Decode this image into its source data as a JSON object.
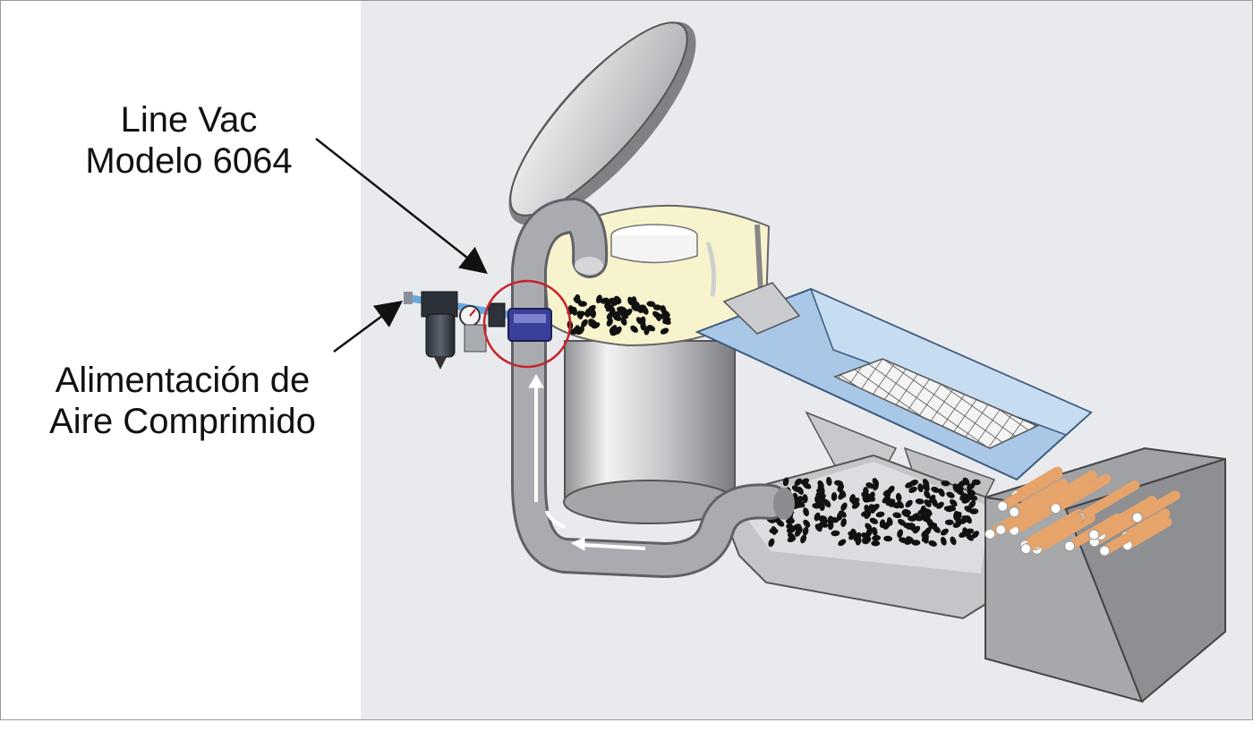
{
  "labels": {
    "line_vac": {
      "line1": "Line Vac",
      "line2": "Modelo 6064"
    },
    "air_supply": {
      "line1": "Alimentación de",
      "line2": "Aire Comprimido"
    }
  },
  "colors": {
    "background_panel": "#e8eaee",
    "highlight_circle": "#c8232a",
    "line_vac_body": "#3a3f9a",
    "chute": "#a8c6e4",
    "hopper_liquid": "#f7f3cc",
    "hose": "#9a9ca0",
    "tank": "#c9cacd",
    "parts": "#e6a36a"
  }
}
